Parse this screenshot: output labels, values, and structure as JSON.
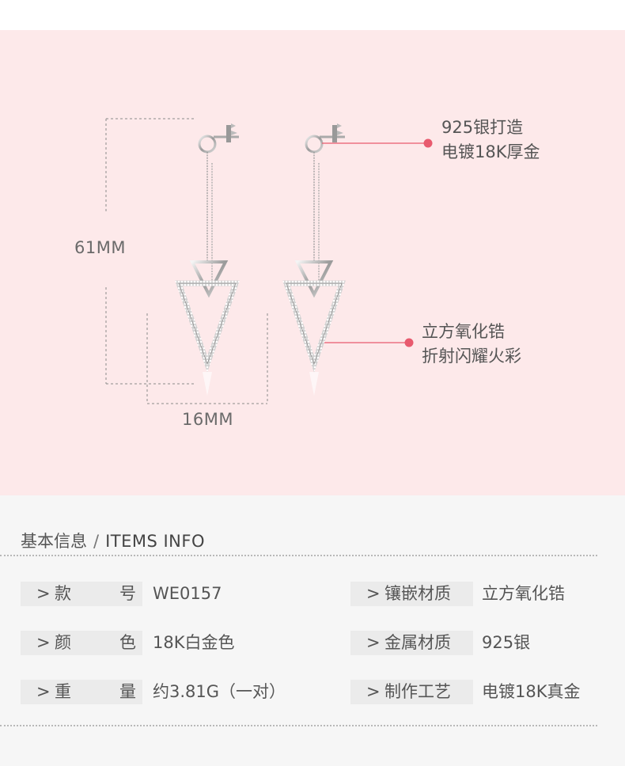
{
  "dimensions": {
    "height_label": "61MM",
    "width_label": "16MM"
  },
  "callouts": [
    {
      "line1": "925银打造",
      "line2": "电镀18K厚金"
    },
    {
      "line1": "立方氧化锆",
      "line2": "折射闪耀火彩"
    }
  ],
  "colors": {
    "hero_background": "#fde9ea",
    "callout_accent": "#e85a6e",
    "info_background": "#f6f6f6",
    "key_background": "#ebebeb"
  },
  "info": {
    "title_cn": "基本信息",
    "separator": "/",
    "title_en": "ITEMS INFO",
    "rows": [
      {
        "left": {
          "arrow": ">",
          "k1": "款",
          "k2": "号",
          "value": "WE0157"
        },
        "right": {
          "arrow": ">",
          "key": "镶嵌材质",
          "value": "立方氧化锆"
        }
      },
      {
        "left": {
          "arrow": ">",
          "k1": "颜",
          "k2": "色",
          "value": "18K白金色"
        },
        "right": {
          "arrow": ">",
          "key": "金属材质",
          "value": "925银"
        }
      },
      {
        "left": {
          "arrow": ">",
          "k1": "重",
          "k2": "量",
          "value": "约3.81G（一对）"
        },
        "right": {
          "arrow": ">",
          "key": "制作工艺",
          "value": "电镀18K真金"
        }
      }
    ]
  }
}
